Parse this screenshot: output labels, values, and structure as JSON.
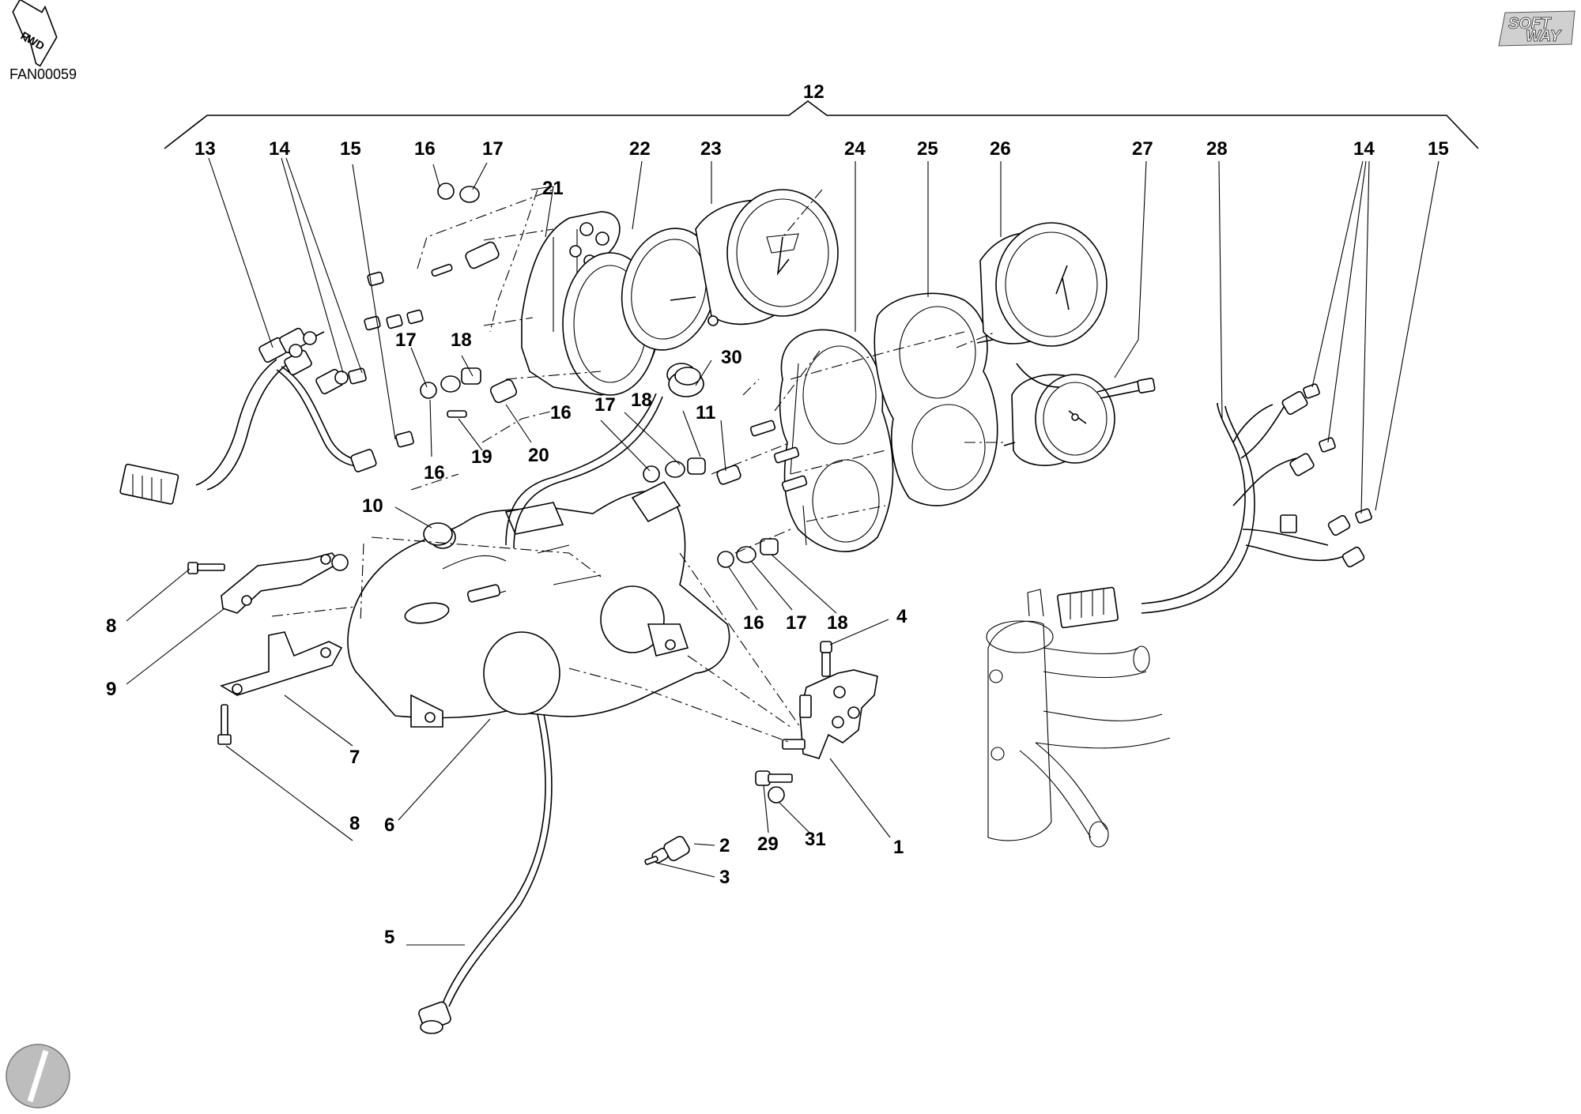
{
  "drawing_code": "FAN00059",
  "fwd_badge": "FWD",
  "brand_logo": {
    "line1": "SOFT",
    "line2": "WAY"
  },
  "callouts": {
    "c1": "1",
    "c2": "2",
    "c3": "3",
    "c4": "4",
    "c5": "5",
    "c6": "6",
    "c7": "7",
    "c8a": "8",
    "c8b": "8",
    "c9": "9",
    "c10": "10",
    "c11": "11",
    "c12": "12",
    "c13": "13",
    "c14a": "14",
    "c14b": "14",
    "c15a": "15",
    "c15b": "15",
    "c16a": "16",
    "c16b": "16",
    "c16c": "16",
    "c16d": "16",
    "c17a": "17",
    "c17b": "17",
    "c17c": "17",
    "c17d": "17",
    "c18a": "18",
    "c18b": "18",
    "c18c": "18",
    "c19": "19",
    "c20": "20",
    "c21": "21",
    "c22": "22",
    "c23": "23",
    "c24": "24",
    "c25": "25",
    "c26": "26",
    "c27": "27",
    "c28": "28",
    "c29": "29",
    "c30": "30",
    "c31": "31"
  }
}
